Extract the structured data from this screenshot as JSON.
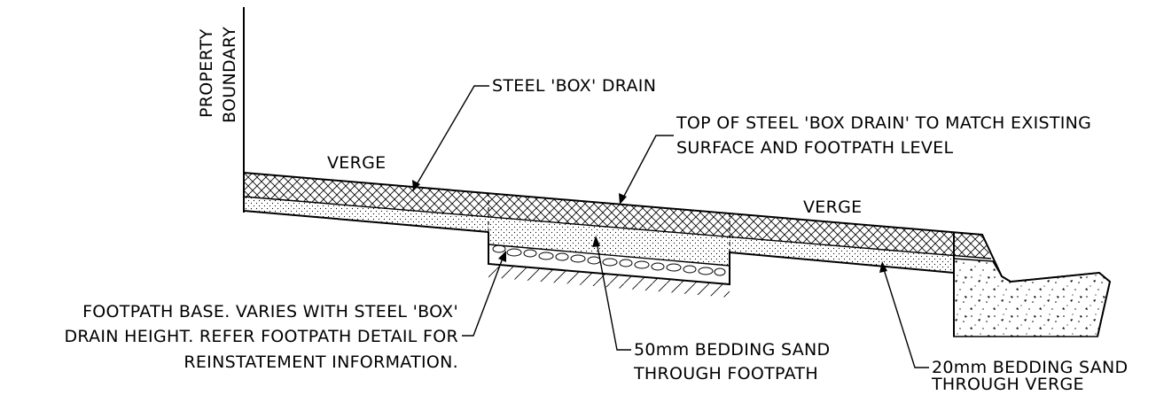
{
  "labels": {
    "property_line1": "PROPERTY",
    "property_line2": "BOUNDARY",
    "steel_box_drain": "STEEL 'BOX' DRAIN",
    "top_line1": "TOP OF STEEL 'BOX DRAIN' TO MATCH EXISTING",
    "top_line2": "SURFACE AND FOOTPATH LEVEL",
    "verge_left": "VERGE",
    "verge_right": "VERGE",
    "footpath_line1": "FOOTPATH BASE. VARIES WITH STEEL 'BOX'",
    "footpath_line2": "DRAIN HEIGHT. REFER FOOTPATH DETAIL FOR",
    "footpath_line3": "REINSTATEMENT INFORMATION.",
    "sand50_line1": "50mm BEDDING SAND",
    "sand50_line2": "THROUGH FOOTPATH",
    "sand20_line1": "20mm BEDDING SAND",
    "sand20_line2": "THROUGH VERGE"
  }
}
